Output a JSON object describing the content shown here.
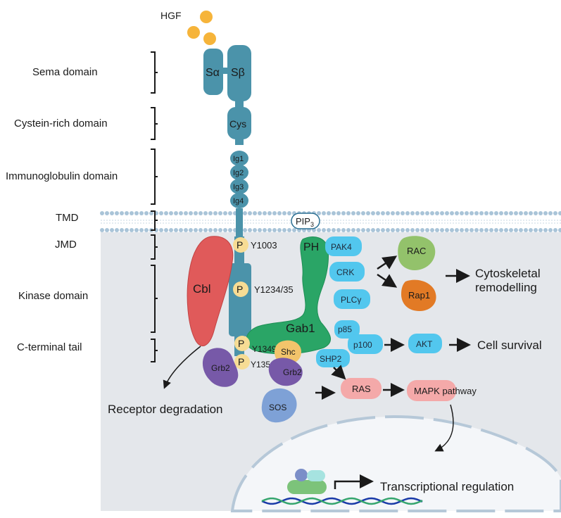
{
  "ligand": {
    "label": "HGF"
  },
  "domains": {
    "sema": "Sema domain",
    "cys_rich": "Cystein-rich domain",
    "ig": "Immunoglobulin domain",
    "tmd": "TMD",
    "jmd": "JMD",
    "kinase": "Kinase domain",
    "cterm": "C-terminal tail"
  },
  "receptor": {
    "s_alpha": "Sα",
    "s_beta": "Sβ",
    "cys": "Cys",
    "ig": [
      "Ig1",
      "Ig2",
      "Ig3",
      "Ig4"
    ]
  },
  "phospho": {
    "p": "P",
    "y1003": "Y1003",
    "y1234": "Y1234/35",
    "y1349": "Y1349",
    "y1356": "Y1356"
  },
  "proteins": {
    "pip3": "PIP",
    "pip3_sub": "3",
    "ph": "PH",
    "pak4": "PAK4",
    "crk": "CRK",
    "plcy": "PLCγ",
    "p85": "p85",
    "p100": "p100",
    "akt": "AKT",
    "rac": "RAC",
    "rap1": "Rap1",
    "gab1": "Gab1",
    "cbl": "Cbl",
    "shc": "Shc",
    "shp2": "SHP2",
    "grb2_left": "Grb2",
    "grb2_right": "Grb2",
    "sos": "SOS",
    "ras": "RAS",
    "mapk": "MAPK pathway"
  },
  "outcomes": {
    "cytoskeletal_1": "Cytoskeletal",
    "cytoskeletal_2": "remodelling",
    "survival": "Cell survival",
    "degradation": "Receptor degradation",
    "transcription": "Transcriptional regulation"
  },
  "colors": {
    "receptor": "#4b93aa",
    "hgf": "#f6b43a",
    "membrane": "#a9c4d8",
    "cytoplasm": "#e4e7eb",
    "nucleus": "#f4f6f9",
    "cyan_protein": "#52c7ee",
    "gab1": "#2aa566",
    "cbl": "#e05a5a",
    "grb2": "#7759a8",
    "sos": "#7ea1d6",
    "phospho": "#f7dc94",
    "shc": "#f2c46b",
    "ras": "#f4a9a9",
    "rac": "#93c26b",
    "rap1": "#e27a25",
    "dna_blue": "#1a3aa8"
  }
}
